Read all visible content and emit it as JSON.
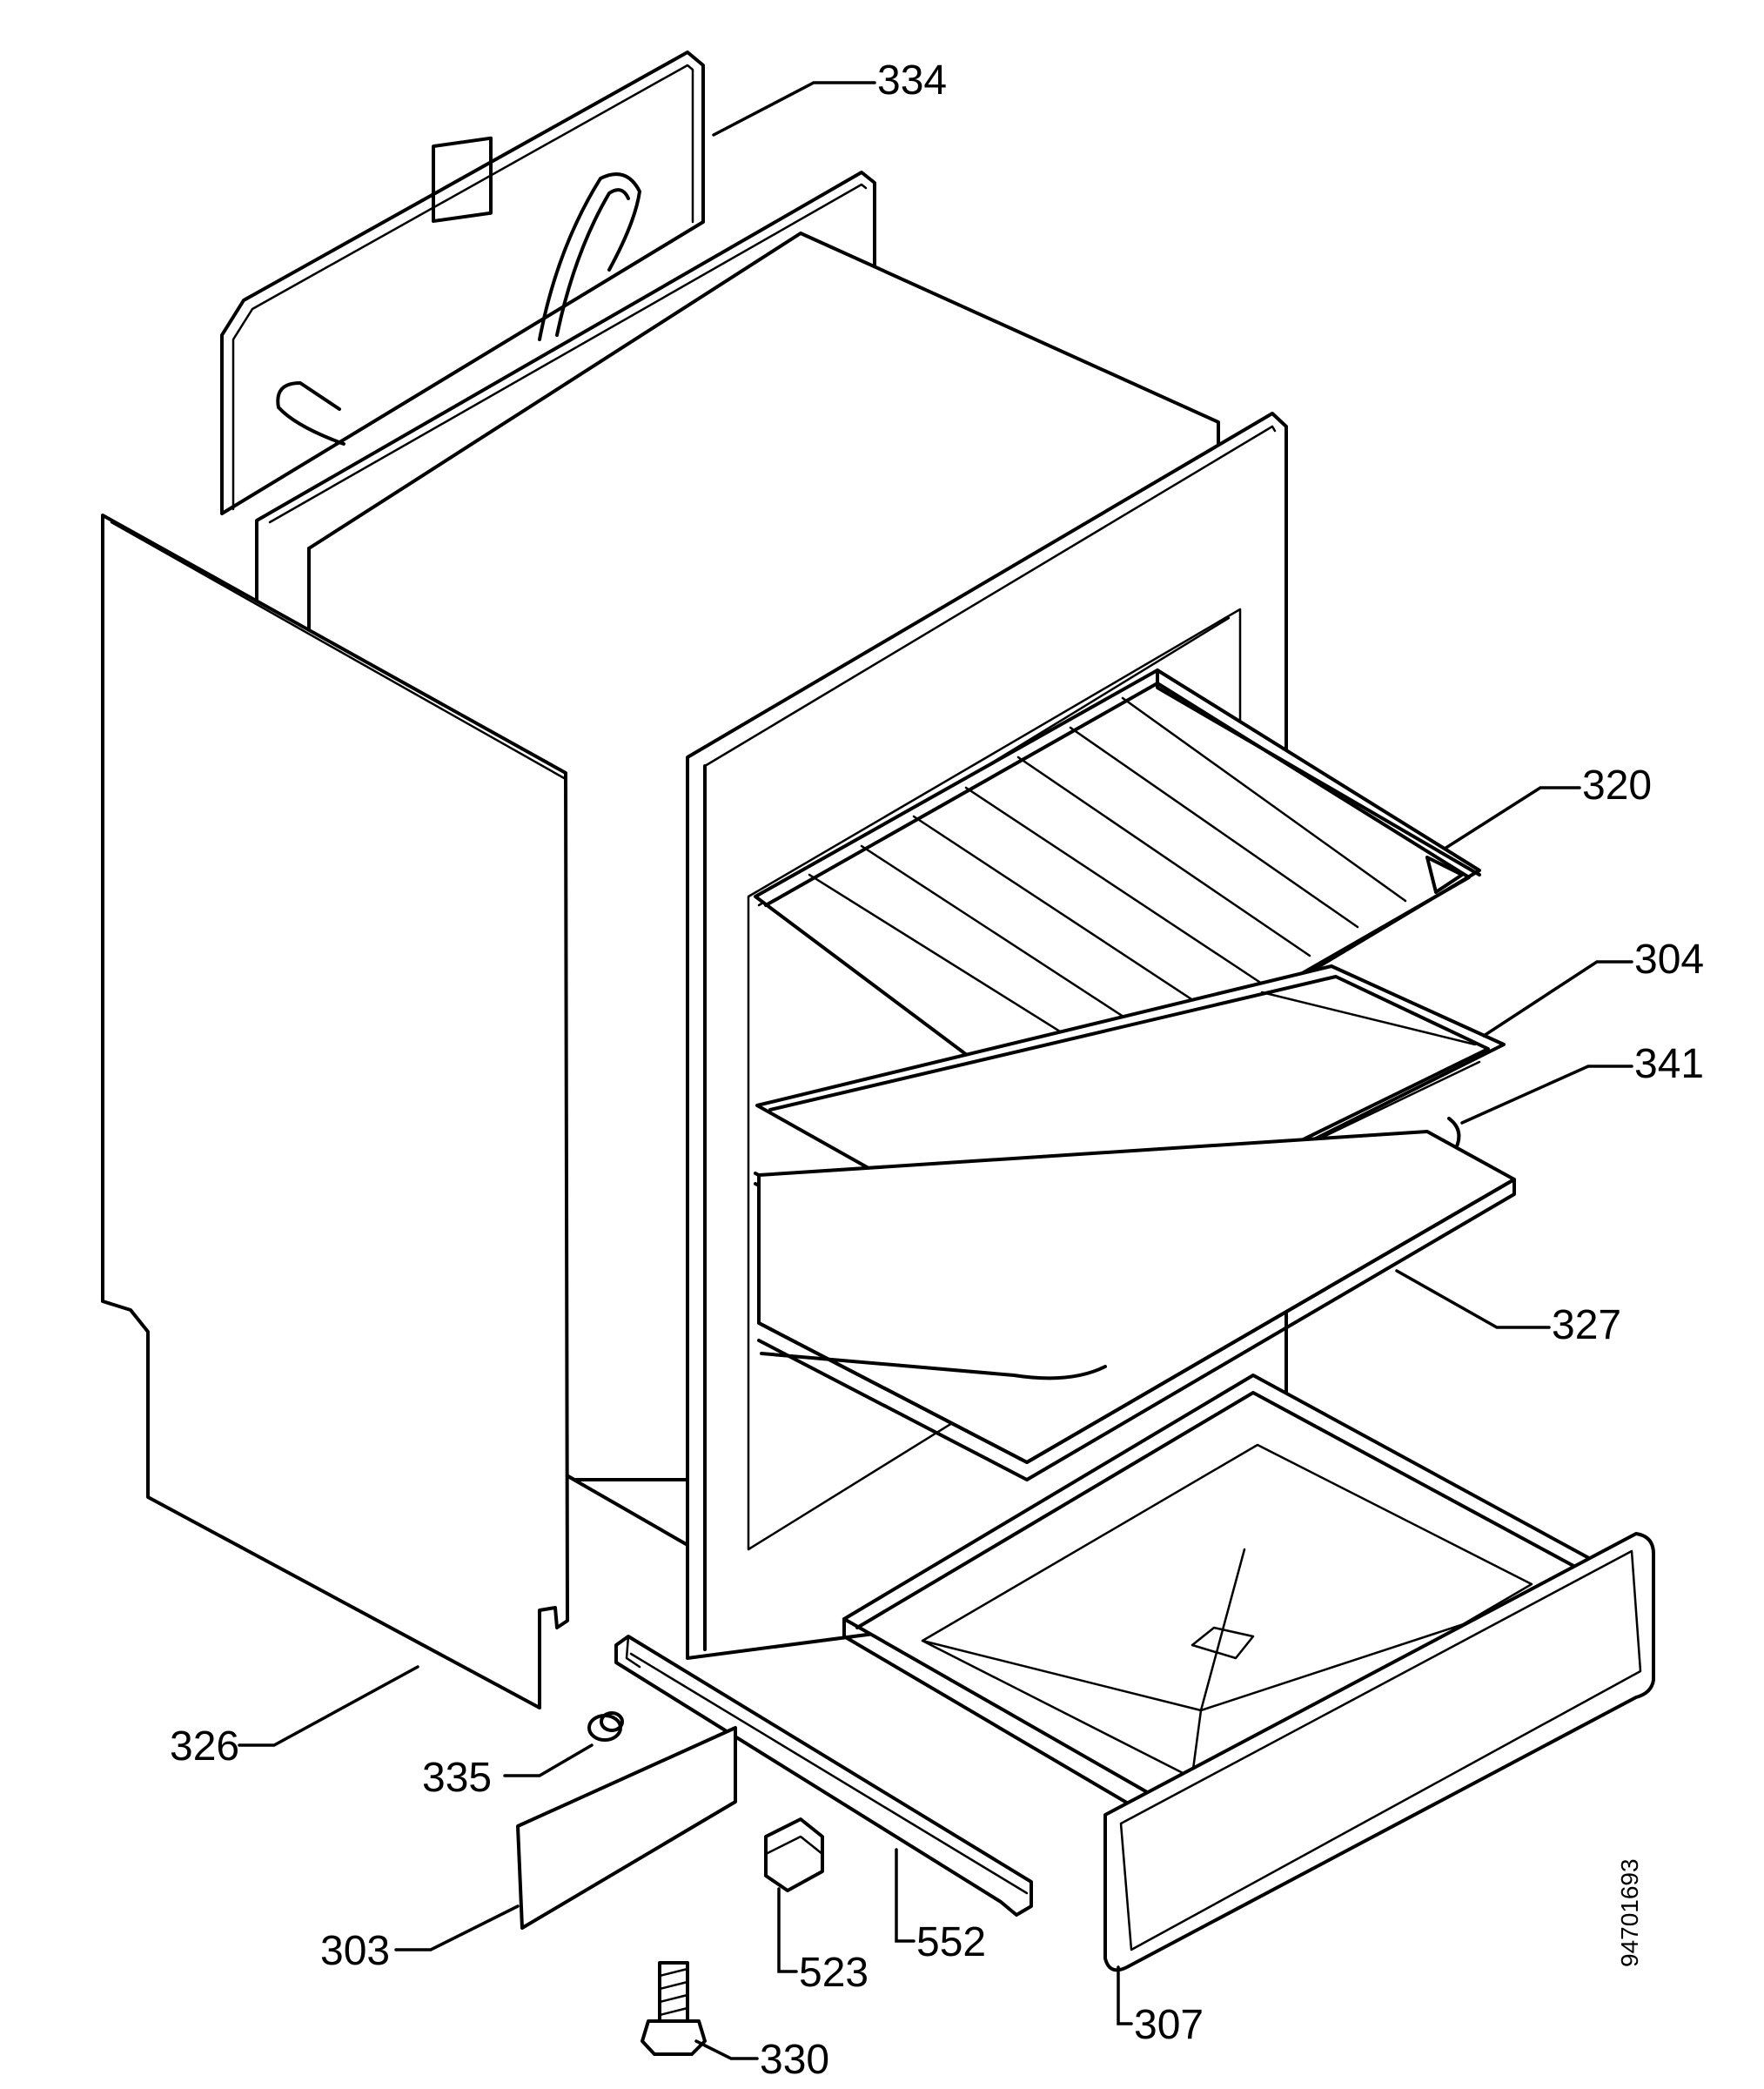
{
  "labels": {
    "p334": "334",
    "p320": "320",
    "p304": "304",
    "p341": "341",
    "p327": "327",
    "p326": "326",
    "p335": "335",
    "p303": "303",
    "p523": "523",
    "p552": "552",
    "p330": "330",
    "p307": "307"
  },
  "drawing_number": "94701693"
}
